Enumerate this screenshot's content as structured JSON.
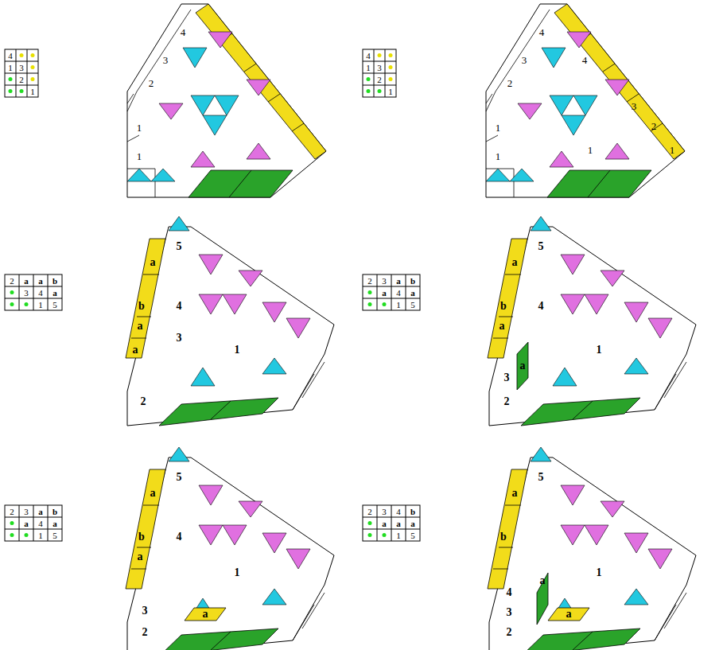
{
  "diagram": {
    "labels": [
      "4",
      "1",
      "3",
      "2",
      "1",
      "4",
      "3",
      "2",
      "1",
      "1",
      "4",
      "1",
      "3",
      "2",
      "1",
      "4",
      "3",
      "2",
      "1",
      "1",
      "4",
      "3",
      "2",
      "1",
      "1",
      "2",
      "a",
      "a",
      "b",
      "3",
      "4",
      "a",
      "1",
      "5",
      "5",
      "a",
      "b",
      "4",
      "a",
      "3",
      "a",
      "1",
      "2",
      "2",
      "3",
      "a",
      "b",
      "a",
      "4",
      "a",
      "1",
      "5",
      "5",
      "a",
      "b",
      "4",
      "a",
      "a",
      "1",
      "3",
      "2",
      "2",
      "3",
      "a",
      "b",
      "a",
      "4",
      "a",
      "1",
      "5",
      "5",
      "a",
      "b",
      "4",
      "a",
      "1",
      "3",
      "2",
      "a",
      "2",
      "3",
      "4",
      "b",
      "a",
      "a",
      "a",
      "1",
      "5",
      "5",
      "a",
      "b",
      "4",
      "a",
      "1",
      "3",
      "2",
      "a"
    ]
  }
}
